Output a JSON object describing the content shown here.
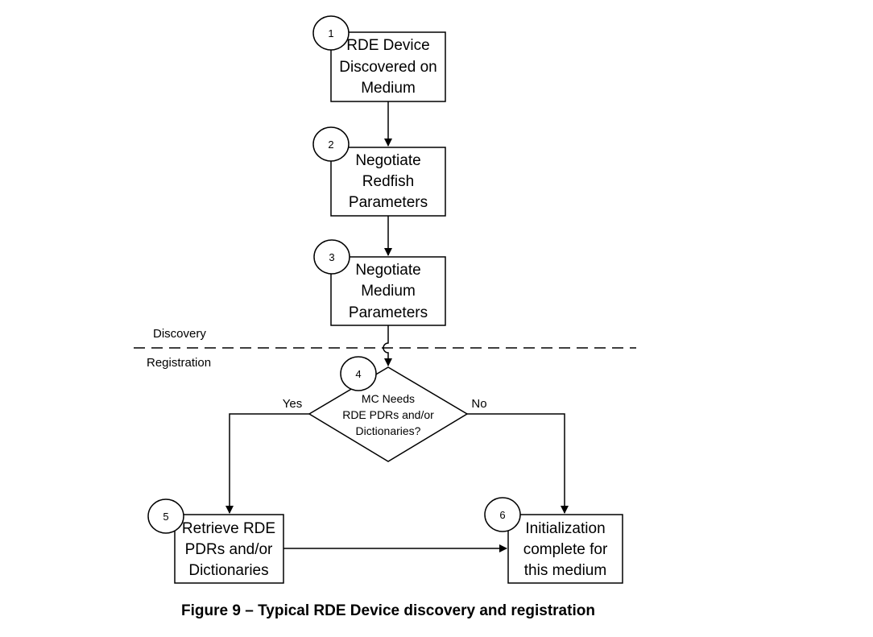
{
  "steps": [
    {
      "num": "1",
      "lines": [
        "RDE Device",
        "Discovered on",
        "Medium"
      ]
    },
    {
      "num": "2",
      "lines": [
        "Negotiate",
        "Redfish",
        "Parameters"
      ]
    },
    {
      "num": "3",
      "lines": [
        "Negotiate",
        "Medium",
        "Parameters"
      ]
    },
    {
      "num": "4",
      "lines": [
        "MC Needs",
        "RDE PDRs and/or",
        "Dictionaries?"
      ]
    },
    {
      "num": "5",
      "lines": [
        "Retrieve RDE",
        "PDRs and/or",
        "Dictionaries"
      ]
    },
    {
      "num": "6",
      "lines": [
        "Initialization",
        "complete for",
        "this medium"
      ]
    }
  ],
  "phases": {
    "discovery": "Discovery",
    "registration": "Registration"
  },
  "branches": {
    "yes": "Yes",
    "no": "No"
  },
  "caption": "Figure 9 – Typical RDE Device discovery and registration"
}
